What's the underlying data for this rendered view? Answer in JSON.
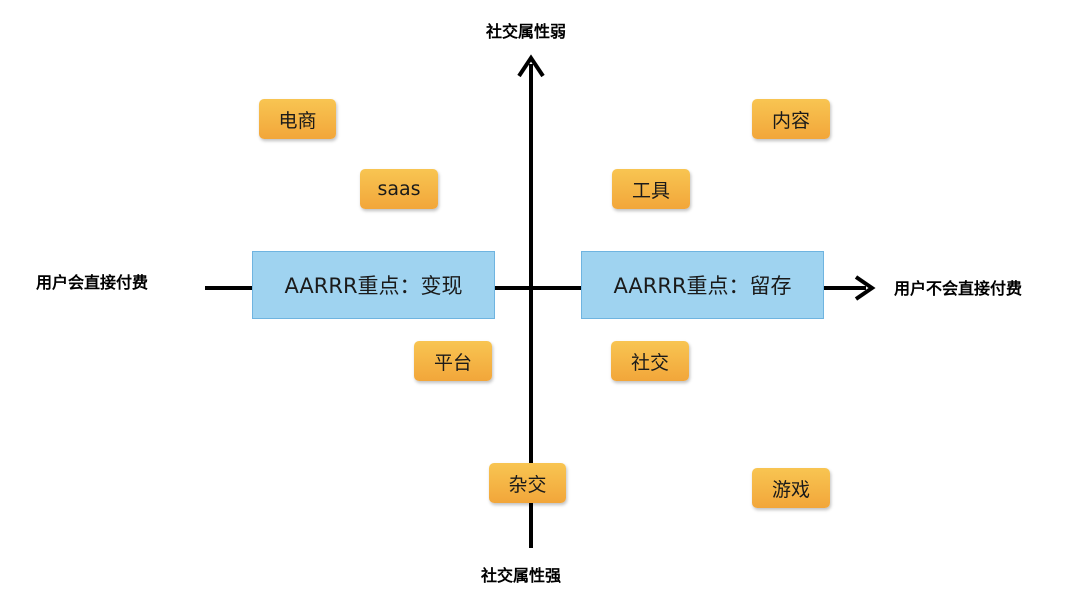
{
  "axes": {
    "top_label": "社交属性弱",
    "bottom_label": "社交属性强",
    "left_label": "用户会直接付费",
    "right_label": "用户不会直接付费"
  },
  "focus_boxes": {
    "left": "AARRR重点：变现",
    "right": "AARRR重点：留存"
  },
  "tags": {
    "ecommerce": "电商",
    "saas": "saas",
    "content": "内容",
    "tools": "工具",
    "platform": "平台",
    "social": "社交",
    "hybrid": "杂交",
    "games": "游戏"
  },
  "colors": {
    "tag_fill": "#f5b041",
    "focus_fill": "#9fd3f0",
    "axis": "#000000"
  }
}
